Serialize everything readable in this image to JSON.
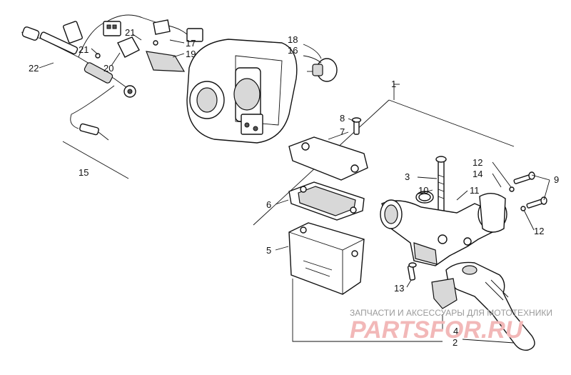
{
  "callouts": [
    "1",
    "2",
    "3",
    "4",
    "5",
    "6",
    "7",
    "8",
    "9",
    "10",
    "11",
    "12",
    "12",
    "13",
    "14",
    "15",
    "16",
    "17",
    "18",
    "19",
    "20",
    "21",
    "21",
    "22"
  ],
  "watermark": {
    "caption": "ЗАПЧАСТИ И АКСЕССУАРЫ ДЛЯ МОТОТЕХНИКИ",
    "brand": "PARTSFOR.RU"
  },
  "colors": {
    "ink": "#111111",
    "watermark_red": "#f2b8b8",
    "watermark_gray": "#9a9a9a"
  }
}
